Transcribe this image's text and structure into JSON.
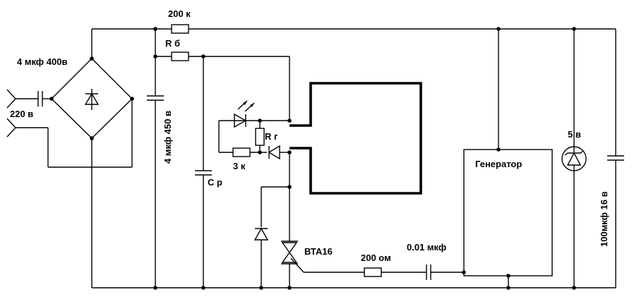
{
  "labels": {
    "r_200k": "200 к",
    "r_b": "R б",
    "c_input": "4 мкф 400в",
    "mains": "220 в",
    "c_filter": "4 мкф 450 в",
    "c_r": "С р",
    "r_3k": "3 к",
    "r_g": "R г",
    "triac": "ВТА16",
    "r_200ohm": "200 ом",
    "c_001": "0.01 мкф",
    "generator": "Генератор",
    "zener": "5 в",
    "c_100": "100мкф 16 в"
  }
}
